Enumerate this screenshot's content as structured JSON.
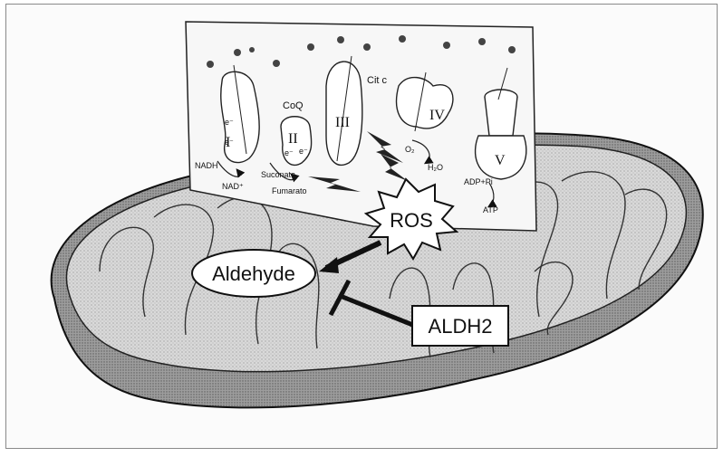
{
  "labels": {
    "ros": "ROS",
    "aldehyde": "Aldehyde",
    "aldh2": "ALDH2",
    "coq": "CoQ",
    "cytc": "Cit c",
    "nadh": "NADH",
    "nad": "NAD⁺",
    "succinate": "Suconato",
    "fumarate": "Fumarato",
    "o2": "O₂",
    "h2o": "H₂O",
    "adp": "ADP+Pi",
    "atp": "ATP",
    "electron": "e⁻",
    "complex_1": "I",
    "complex_2": "II",
    "complex_3": "III",
    "complex_4": "IV",
    "complex_5": "V"
  },
  "colors": {
    "line": "#111111",
    "mito_fill": "#cfcfcf",
    "mito_dark": "#9a9a9a",
    "inset_fill": "#f4f4f4"
  }
}
